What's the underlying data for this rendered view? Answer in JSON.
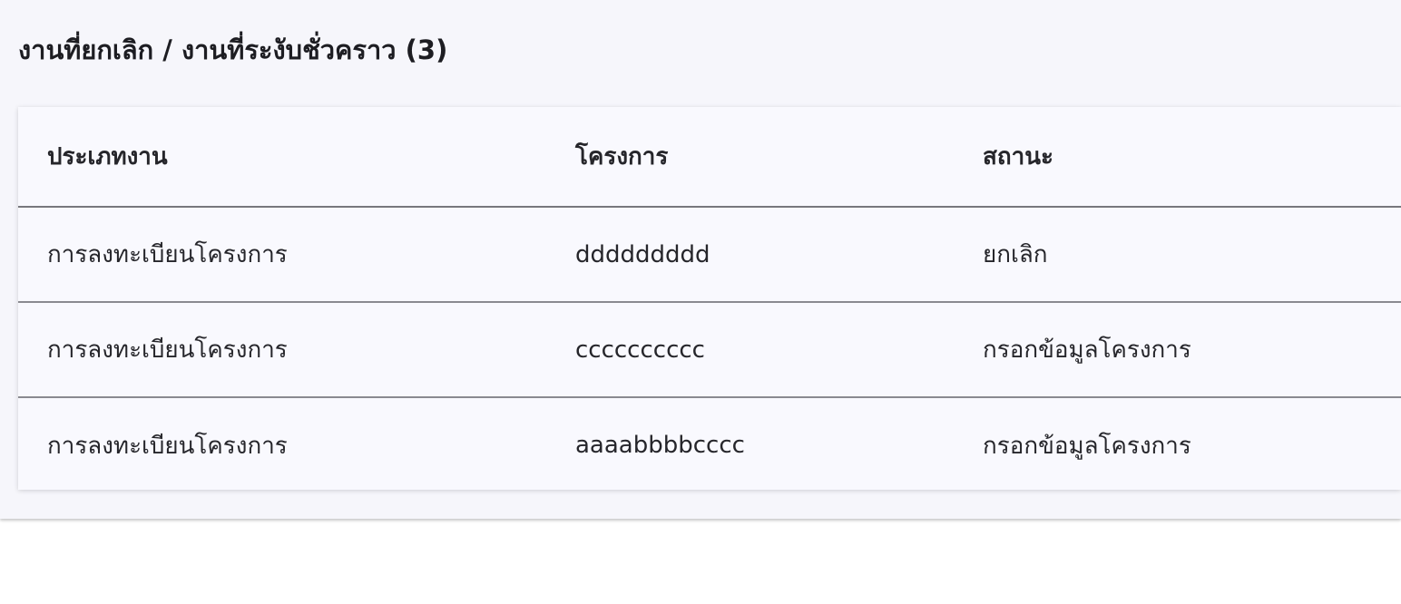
{
  "section": {
    "title": "งานที่ยกเลิก / งานที่ระงับชั่วคราว (3)"
  },
  "table": {
    "headers": {
      "type": "ประเภทงาน",
      "project": "โครงการ",
      "status": "สถานะ"
    },
    "rows": [
      {
        "type": "การลงทะเบียนโครงการ",
        "project": "ddddddddd",
        "status": "ยกเลิก"
      },
      {
        "type": "การลงทะเบียนโครงการ",
        "project": "cccccccccc",
        "status": "กรอกข้อมูลโครงการ"
      },
      {
        "type": "การลงทะเบียนโครงการ",
        "project": "aaaabbbbcccc",
        "status": "กรอกข้อมูลโครงการ"
      }
    ]
  }
}
